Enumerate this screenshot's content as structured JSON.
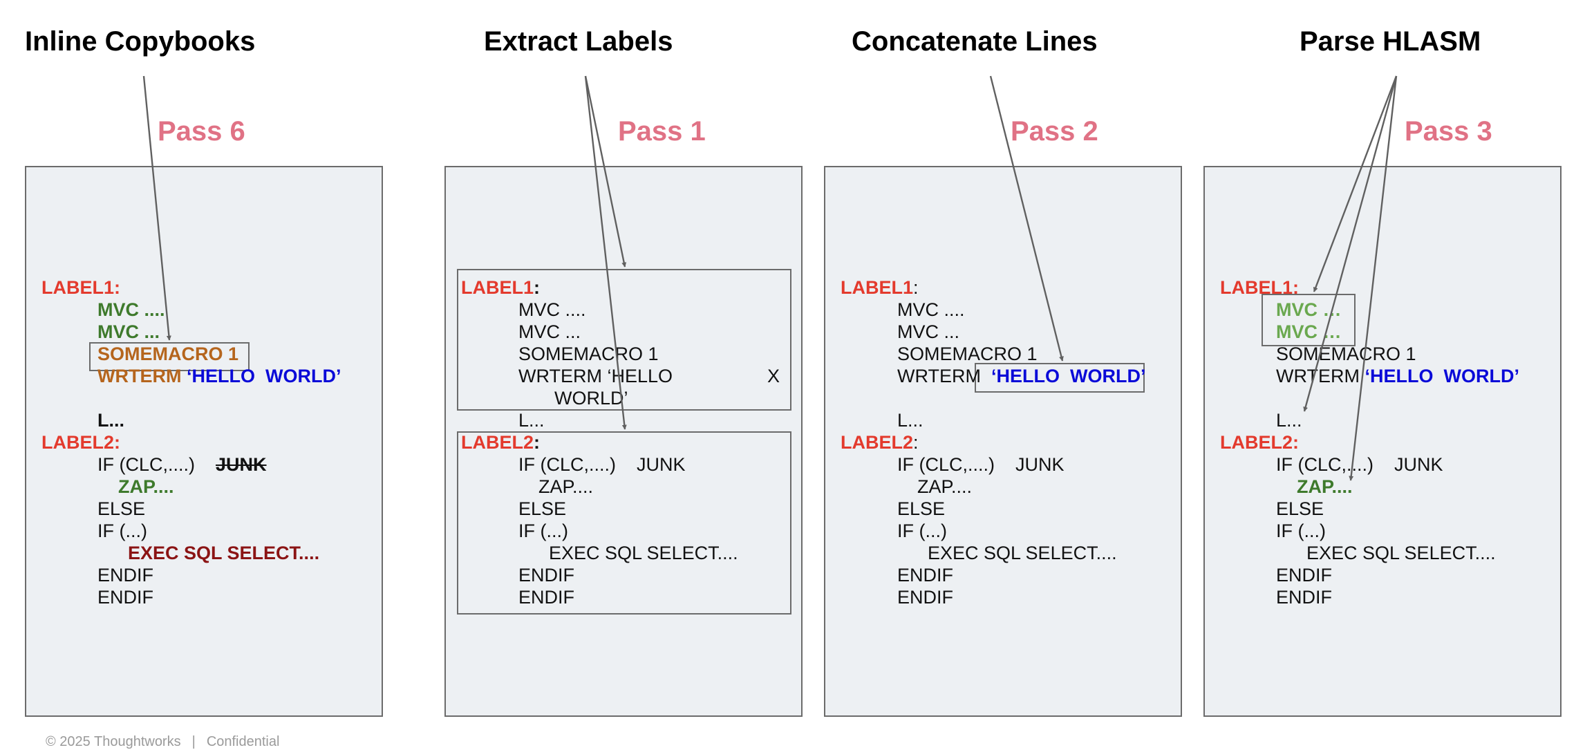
{
  "headings": [
    "Inline Copybooks",
    "Extract Labels",
    "Concatenate Lines",
    "Parse HLASM"
  ],
  "passes": [
    "Pass 6",
    "Pass 1",
    "Pass 2",
    "Pass 3"
  ],
  "code": {
    "label1": "LABEL1",
    "colon": ":",
    "mvc_dots4": "MVC ....",
    "mvc_dots3": "MVC ...",
    "mvc_ellipsis": "MVC …",
    "somemacro": "SOMEMACRO 1",
    "wrterm": "WRTERM",
    "wrterm_quote": "WRTERM ‘HELLO",
    "hello": "‘HELLO",
    "world": "WORLD’",
    "continuation": "X",
    "l_dots": "L...",
    "label2": "LABEL2",
    "if_clc": "IF (CLC,....)",
    "junk": "JUNK",
    "zap": "ZAP....",
    "else": "ELSE",
    "if_dots": "IF (...)",
    "exec_sql": "EXEC SQL SELECT....",
    "endif": "ENDIF"
  },
  "footer": {
    "copyright": "© 2025 Thoughtworks",
    "separator": "|",
    "confidential": "Confidential"
  },
  "colors": {
    "label": "#e33a2d",
    "pass": "#e07285",
    "inlined_code": "#3e7a2c",
    "macro": "#b5651d",
    "string": "#0a0ad8",
    "sql": "#8b1414",
    "panel_bg": "#edf0f3"
  }
}
